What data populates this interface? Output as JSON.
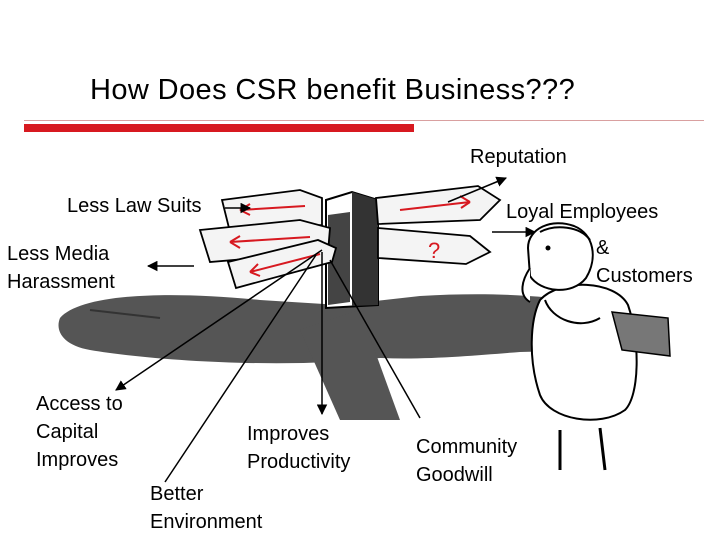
{
  "slide": {
    "title": "How Does CSR benefit Business???",
    "accent_color": "#d71920",
    "labels": {
      "reputation": "Reputation",
      "less_law_suits": "Less Law Suits",
      "loyal_employees": "Loyal Employees",
      "ampersand": "&",
      "customers": "Customers",
      "less_media": "Less Media",
      "harassment": "Harassment",
      "access_to": "Access to",
      "capital": "Capital",
      "improves": "Improves",
      "improves_productivity_1": "Improves",
      "improves_productivity_2": "Productivity",
      "community": "Community",
      "goodwill": "Goodwill",
      "better": "Better",
      "environment": "Environment"
    },
    "sign_symbol": "?"
  }
}
